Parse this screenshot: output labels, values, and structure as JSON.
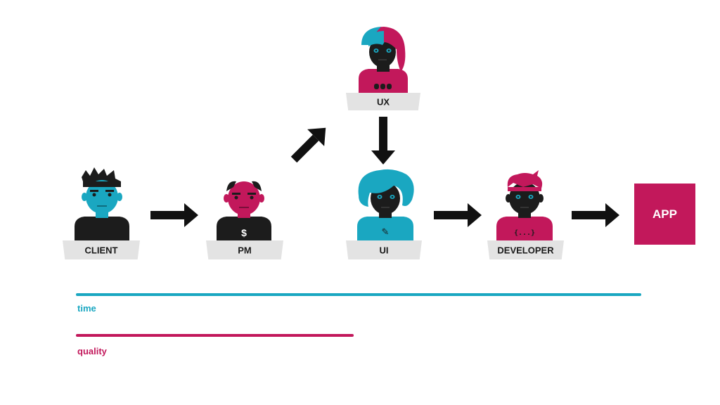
{
  "colors": {
    "teal": "#1aa7c1",
    "magenta": "#c2185b",
    "dark": "#1c1c1c",
    "desk": "#e3e3e3"
  },
  "roles": {
    "client": "CLIENT",
    "pm": "PM",
    "ux": "UX",
    "ui": "UI",
    "developer": "DEVELOPER"
  },
  "app": {
    "label": "APP"
  },
  "legend": {
    "time_label": "time",
    "quality_label": "quality"
  },
  "figure_icons": {
    "pm_shirt": "$",
    "ui_shirt": "✎",
    "developer_shirt": "{...}"
  }
}
